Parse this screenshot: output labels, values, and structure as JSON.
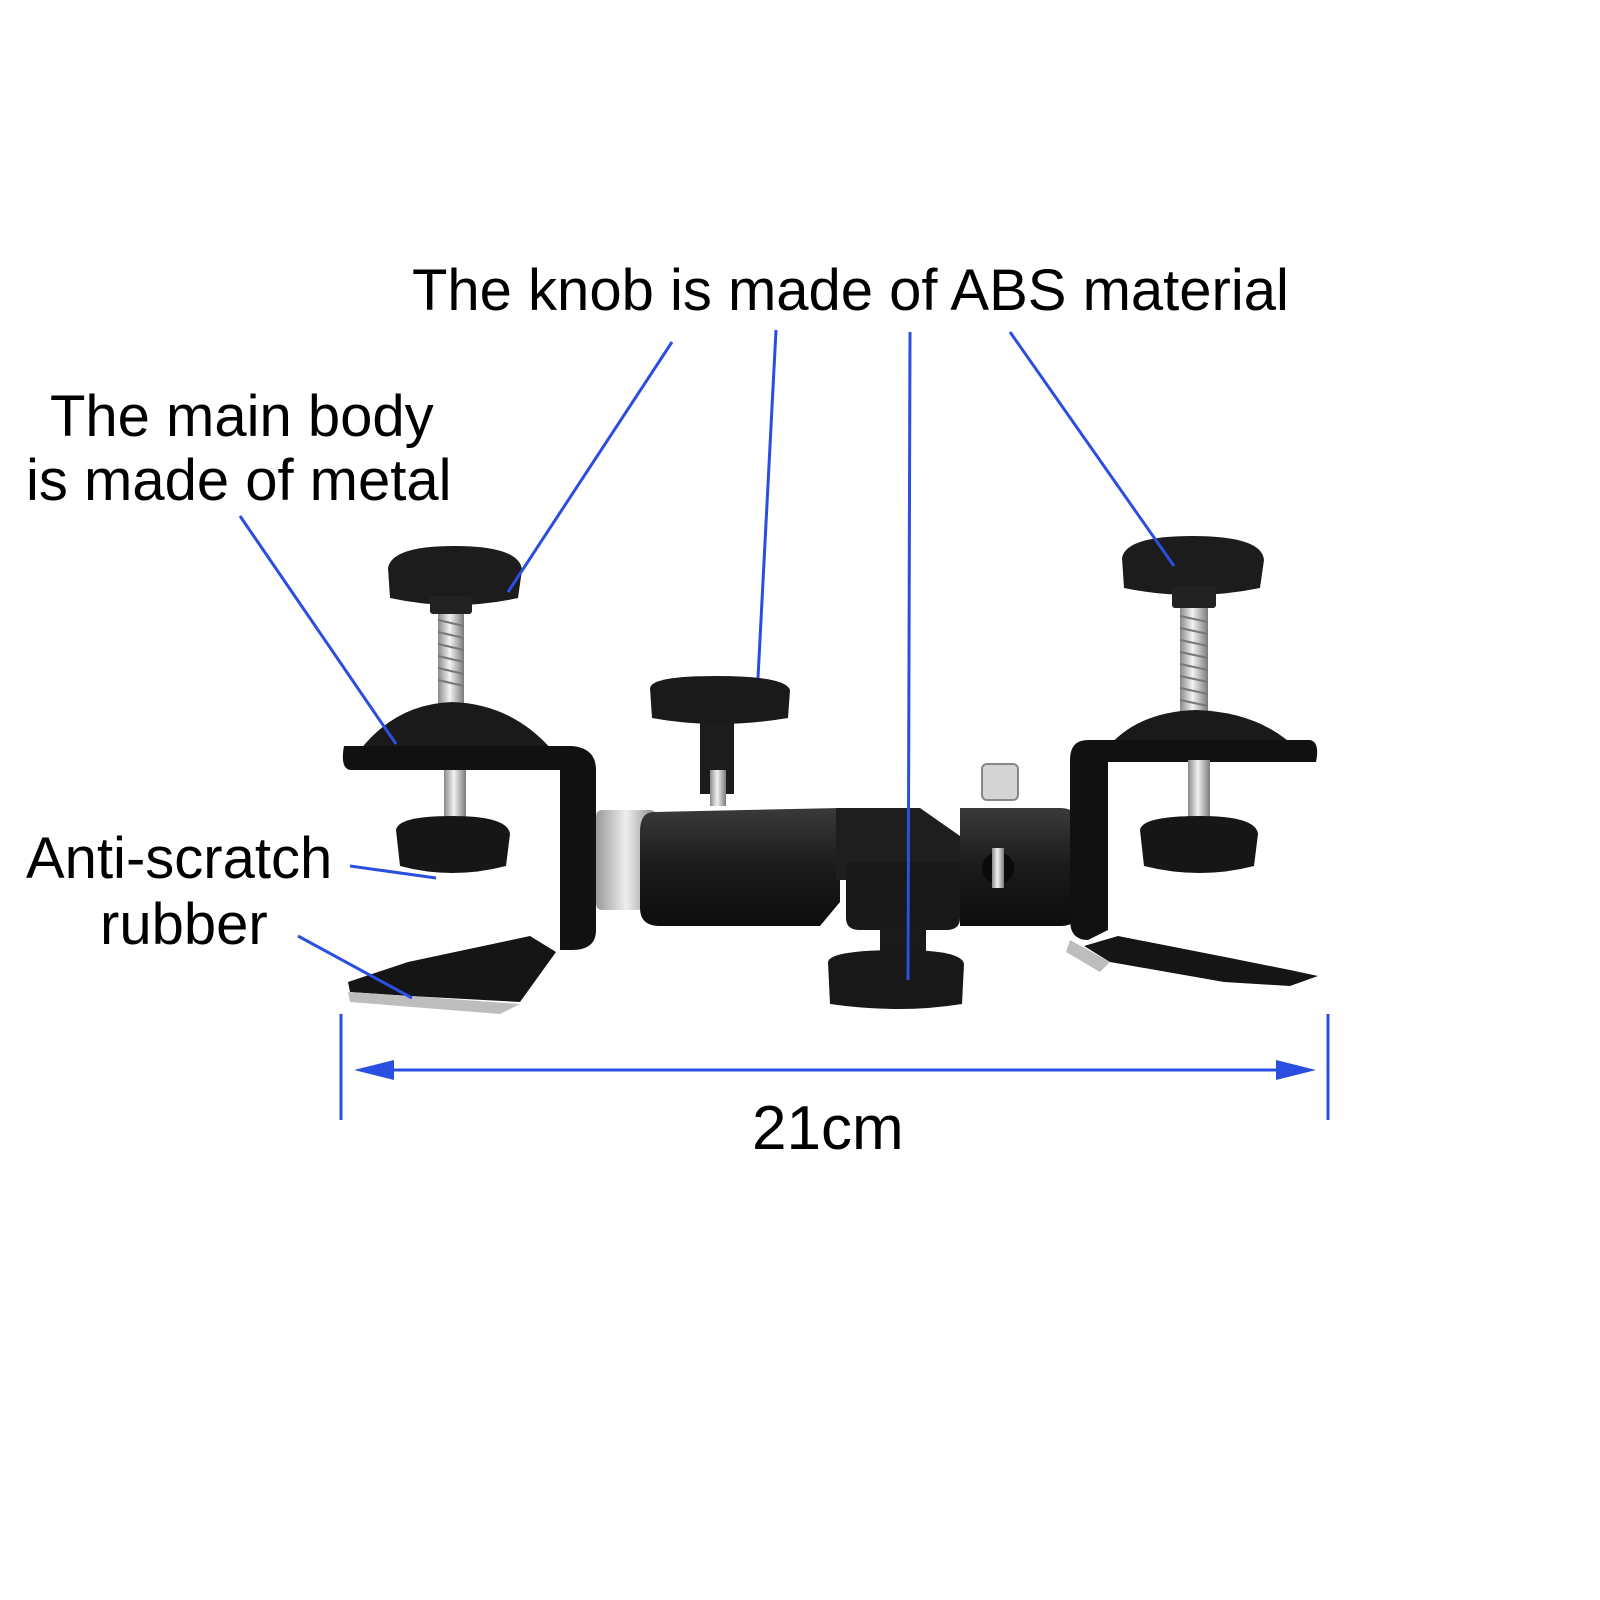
{
  "labels": {
    "knob": "The knob is made of ABS material",
    "body_line1": "The main body",
    "body_line2": "is made of metal",
    "rubber_line1": "Anti-scratch",
    "rubber_line2": "rubber",
    "dimension": "21cm"
  },
  "colors": {
    "callout": "#2a4fe0",
    "hardware": "#1a1a1a",
    "metal": "#c8c8c8"
  }
}
